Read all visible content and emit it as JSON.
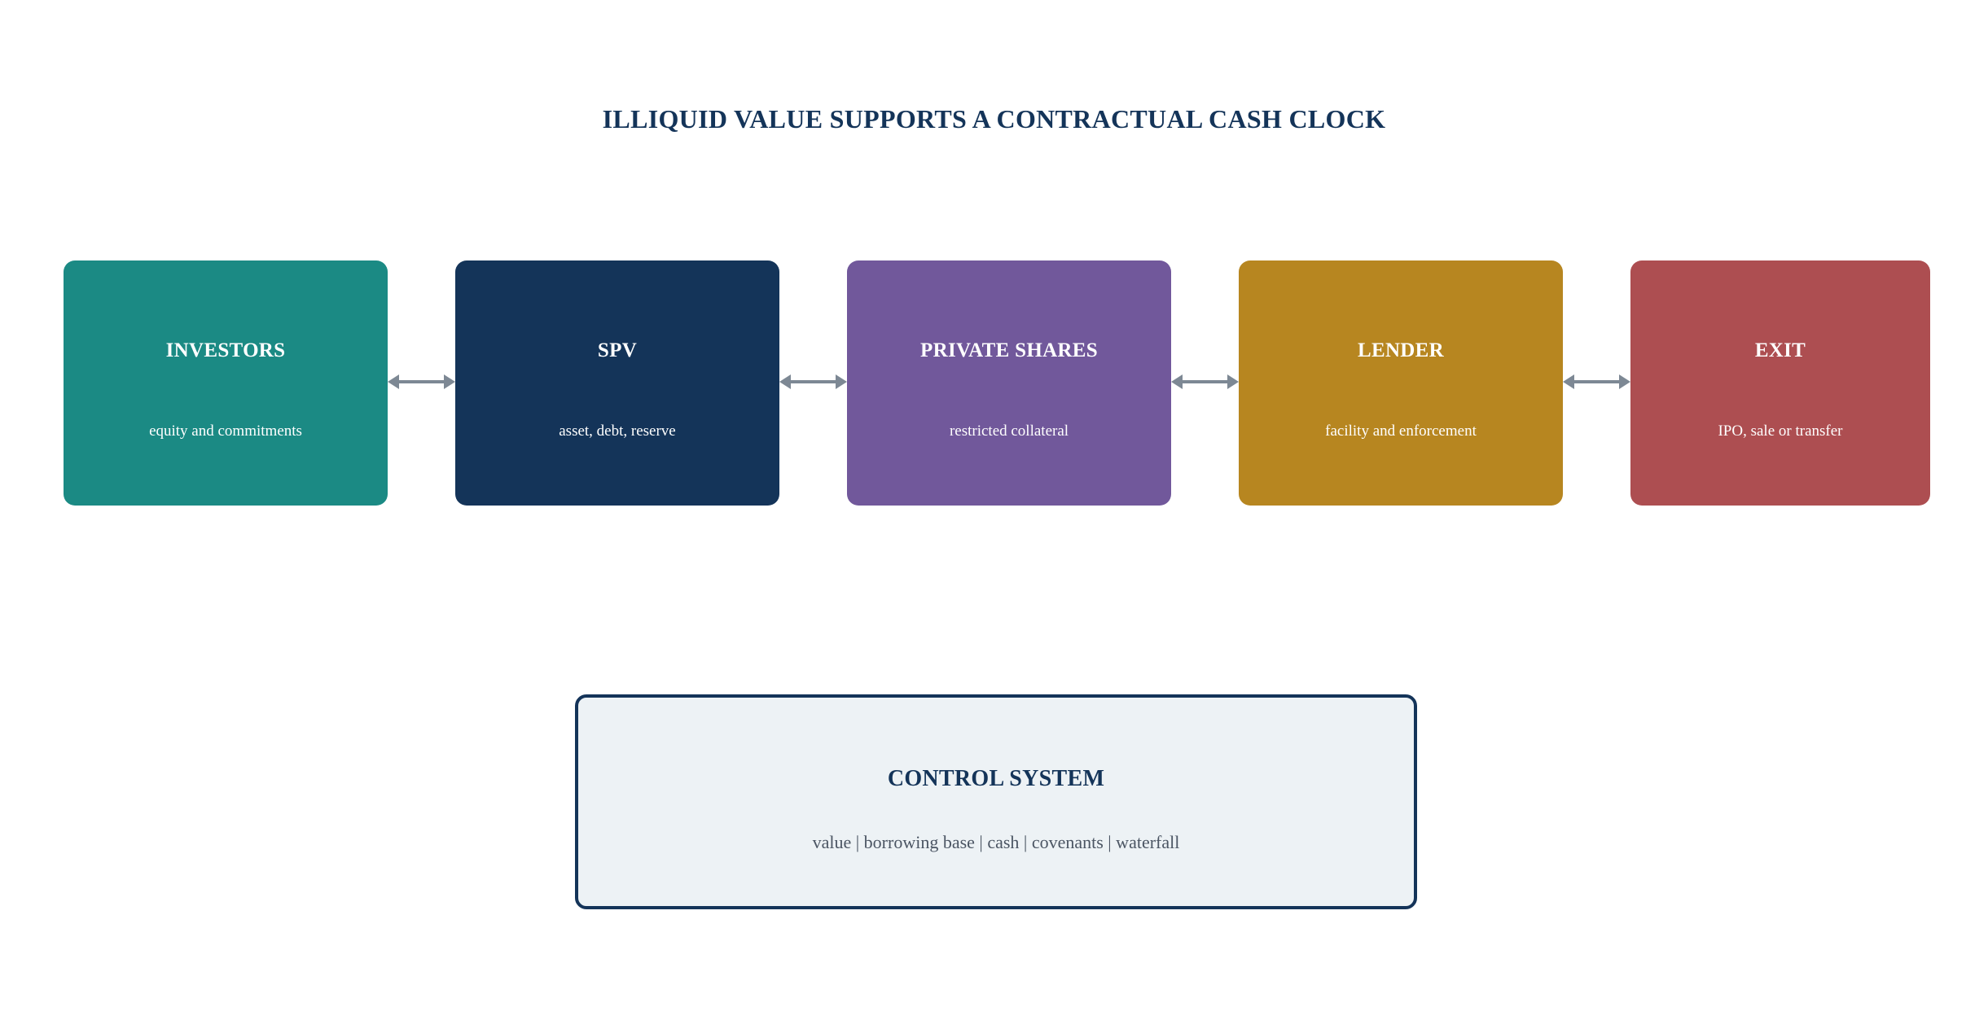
{
  "title": "ILLIQUID VALUE SUPPORTS A CONTRACTUAL CASH CLOCK",
  "nodes": [
    {
      "label": "INVESTORS",
      "sub": "equity and commitments",
      "color": "#1b8a84"
    },
    {
      "label": "SPV",
      "sub": "asset, debt, reserve",
      "color": "#143459"
    },
    {
      "label": "PRIVATE SHARES",
      "sub": "restricted collateral",
      "color": "#71589b"
    },
    {
      "label": "LENDER",
      "sub": "facility and enforcement",
      "color": "#b78620"
    },
    {
      "label": "EXIT",
      "sub": "IPO, sale or transfer",
      "color": "#ad4e51"
    }
  ],
  "connector_color": "#7d8894",
  "control": {
    "title": "CONTROL SYSTEM",
    "sub": "value | borrowing base | cash | covenants | waterfall",
    "border_color": "#143459",
    "fill_color": "#edf2f5"
  }
}
